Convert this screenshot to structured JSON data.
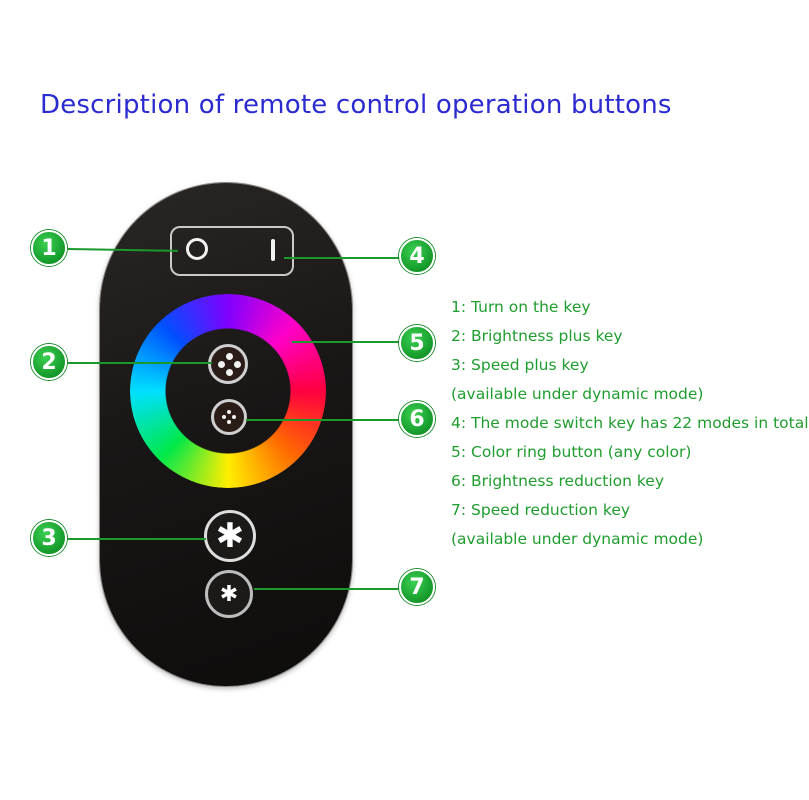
{
  "title": "Description of remote control operation buttons",
  "callouts": [
    {
      "number": "1"
    },
    {
      "number": "2"
    },
    {
      "number": "3"
    },
    {
      "number": "4"
    },
    {
      "number": "5"
    },
    {
      "number": "6"
    },
    {
      "number": "7"
    }
  ],
  "legend": [
    "1: Turn on the key",
    "2: Brightness plus key",
    "3: Speed plus key",
    "(available under dynamic mode)",
    "4: The mode switch key has 22 modes in total",
    "5: Color ring button (any color)",
    "6: Brightness reduction key",
    "7: Speed reduction key",
    "(available under dynamic mode)"
  ],
  "colors": {
    "title": "#2b2bd0",
    "legend_text": "#1f9d2f",
    "badge": "#14992a",
    "remote_body": "#191716"
  }
}
